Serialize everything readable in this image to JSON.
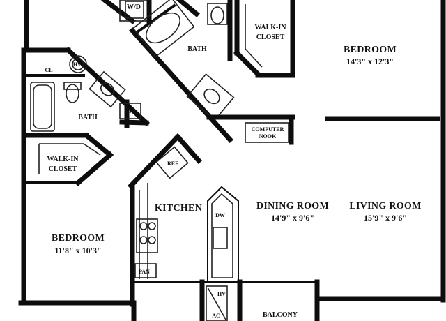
{
  "rooms": {
    "bedroom_main": {
      "name": "BEDROOM",
      "size": "14'3\" x 12'3\""
    },
    "walkin_closet_top": {
      "name_line1": "WALK-IN",
      "name_line2": "CLOSET"
    },
    "bath_top": {
      "name": "BATH"
    },
    "wd": {
      "name": "W/D"
    },
    "cl": {
      "name": "CL"
    },
    "hw": {
      "name": "HW"
    },
    "bath_left": {
      "name": "BATH"
    },
    "lin": {
      "name": "LIN"
    },
    "computer_nook": {
      "name_line1": "COMPUTER",
      "name_line2": "NOOK"
    },
    "walkin_closet_left": {
      "name_line1": "WALK-IN",
      "name_line2": "CLOSET"
    },
    "ref": {
      "name": "REF"
    },
    "kitchen": {
      "name": "KITCHEN"
    },
    "dw": {
      "name": "DW"
    },
    "dining_room": {
      "name": "DINING ROOM",
      "size": "14'9\" x 9'6\""
    },
    "living_room": {
      "name": "LIVING ROOM",
      "size": "15'9\" x 9'6\""
    },
    "bedroom_left": {
      "name": "BEDROOM",
      "size": "11'8\" x 10'3\""
    },
    "pan": {
      "name": "PAN"
    },
    "hv": {
      "name": "HV"
    },
    "ac": {
      "name": "AC"
    },
    "balcony": {
      "name": "BALCONY"
    }
  }
}
